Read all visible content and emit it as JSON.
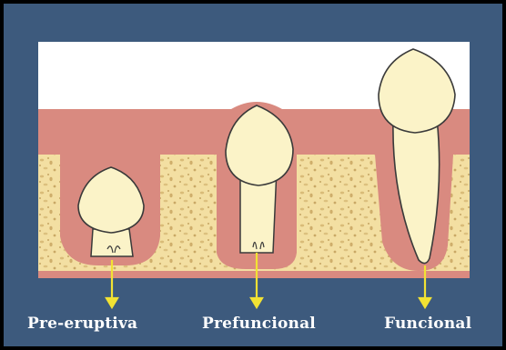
{
  "stages": [
    {
      "id": "pre-eruptive",
      "label": "Pre-eruptiva"
    },
    {
      "id": "prefunctional",
      "label": "Prefuncional"
    },
    {
      "id": "functional",
      "label": "Funcional"
    }
  ],
  "colors": {
    "background": "#3d5a7d",
    "gum": "#d98a80",
    "bone": "#f3dfa2",
    "tooth": "#fbf3c8",
    "arrow": "#f2e233",
    "label": "#ffffff"
  }
}
